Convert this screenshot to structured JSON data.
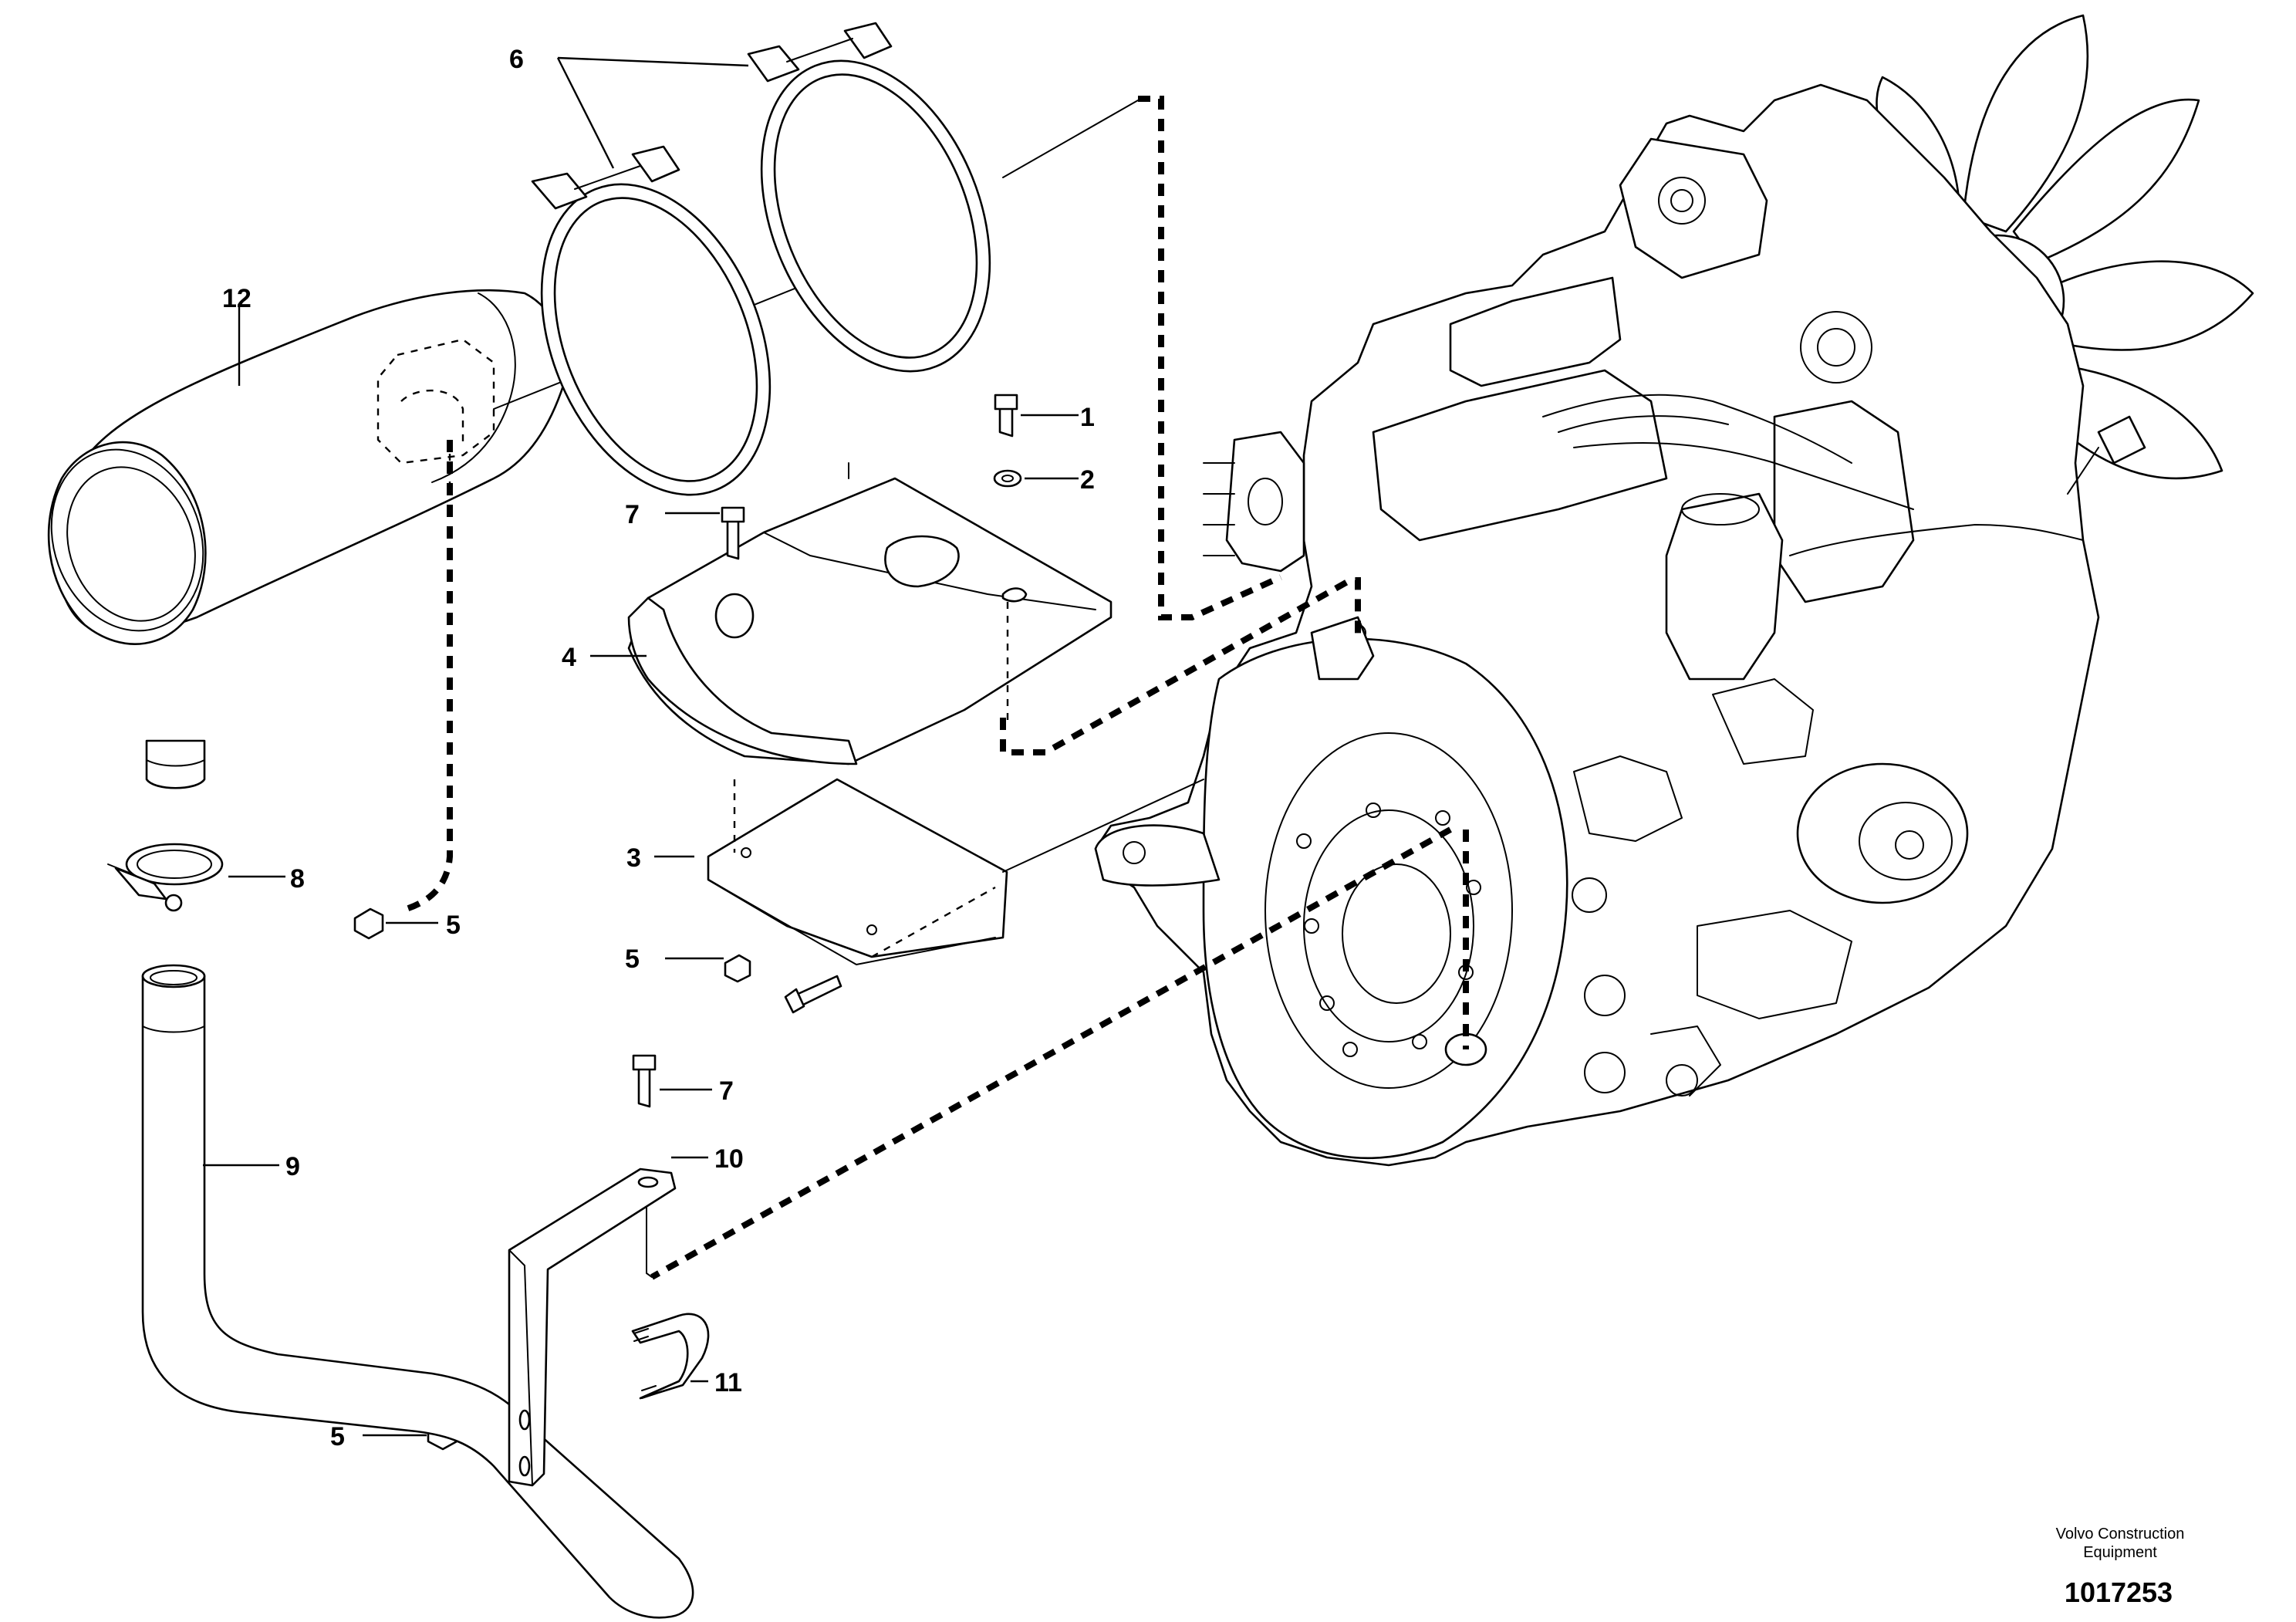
{
  "callouts": {
    "c1": "1",
    "c2": "2",
    "c3": "3",
    "c4": "4",
    "c5a": "5",
    "c5b": "5",
    "c5c": "5",
    "c6": "6",
    "c7a": "7",
    "c7b": "7",
    "c8": "8",
    "c9": "9",
    "c10": "10",
    "c11": "11",
    "c12": "12"
  },
  "footer": {
    "credit_line1": "Volvo Construction",
    "credit_line2": "Equipment",
    "doc_number": "1017253"
  },
  "colors": {
    "ink": "#000000",
    "paper": "#ffffff"
  }
}
